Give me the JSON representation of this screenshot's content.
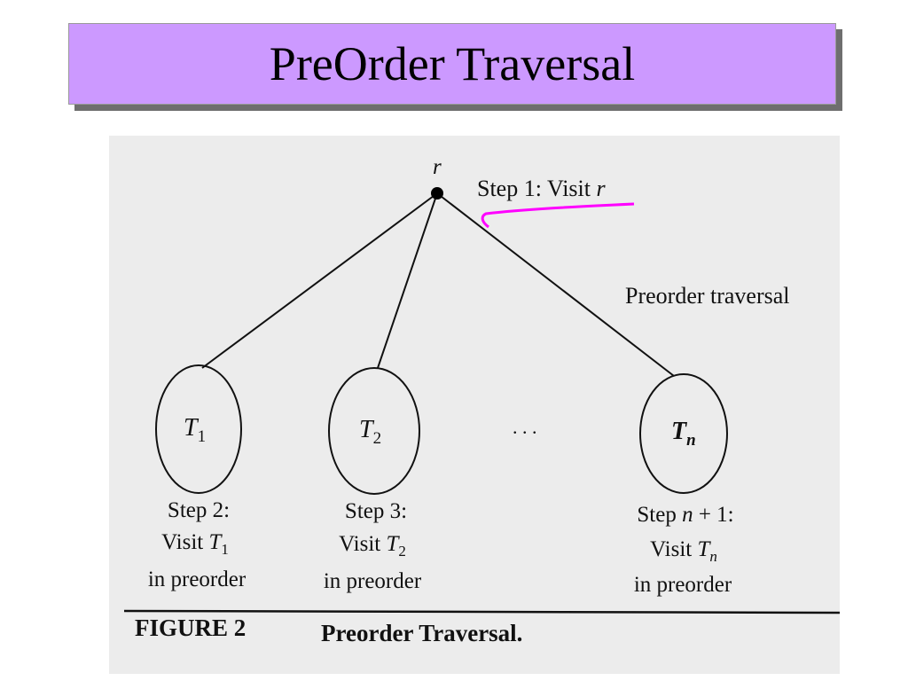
{
  "slide": {
    "title": "PreOrder Traversal"
  },
  "diagram": {
    "root_label": "r",
    "step1": {
      "prefix": "Step 1: Visit ",
      "var": "r"
    },
    "traversal_label": "Preorder traversal",
    "subtrees": [
      {
        "letter": "T",
        "sub": "1",
        "step": "Step 2:",
        "visit": "Visit ",
        "visit_var": "T",
        "visit_sub": "1",
        "mode": "in preorder"
      },
      {
        "letter": "T",
        "sub": "2",
        "step": "Step 3:",
        "visit": "Visit ",
        "visit_var": "T",
        "visit_sub": "2",
        "mode": "in preorder"
      },
      {
        "letter": "T",
        "sub": "n",
        "step_prefix": "Step ",
        "step_var": "n",
        "step_suffix": " + 1:",
        "visit": "Visit ",
        "visit_var": "T",
        "visit_sub": "n",
        "mode": "in preorder"
      }
    ],
    "ellipsis": ". . .",
    "annotation_color": "#ff00ff"
  },
  "caption": {
    "label": "FIGURE 2",
    "text": "Preorder Traversal."
  }
}
